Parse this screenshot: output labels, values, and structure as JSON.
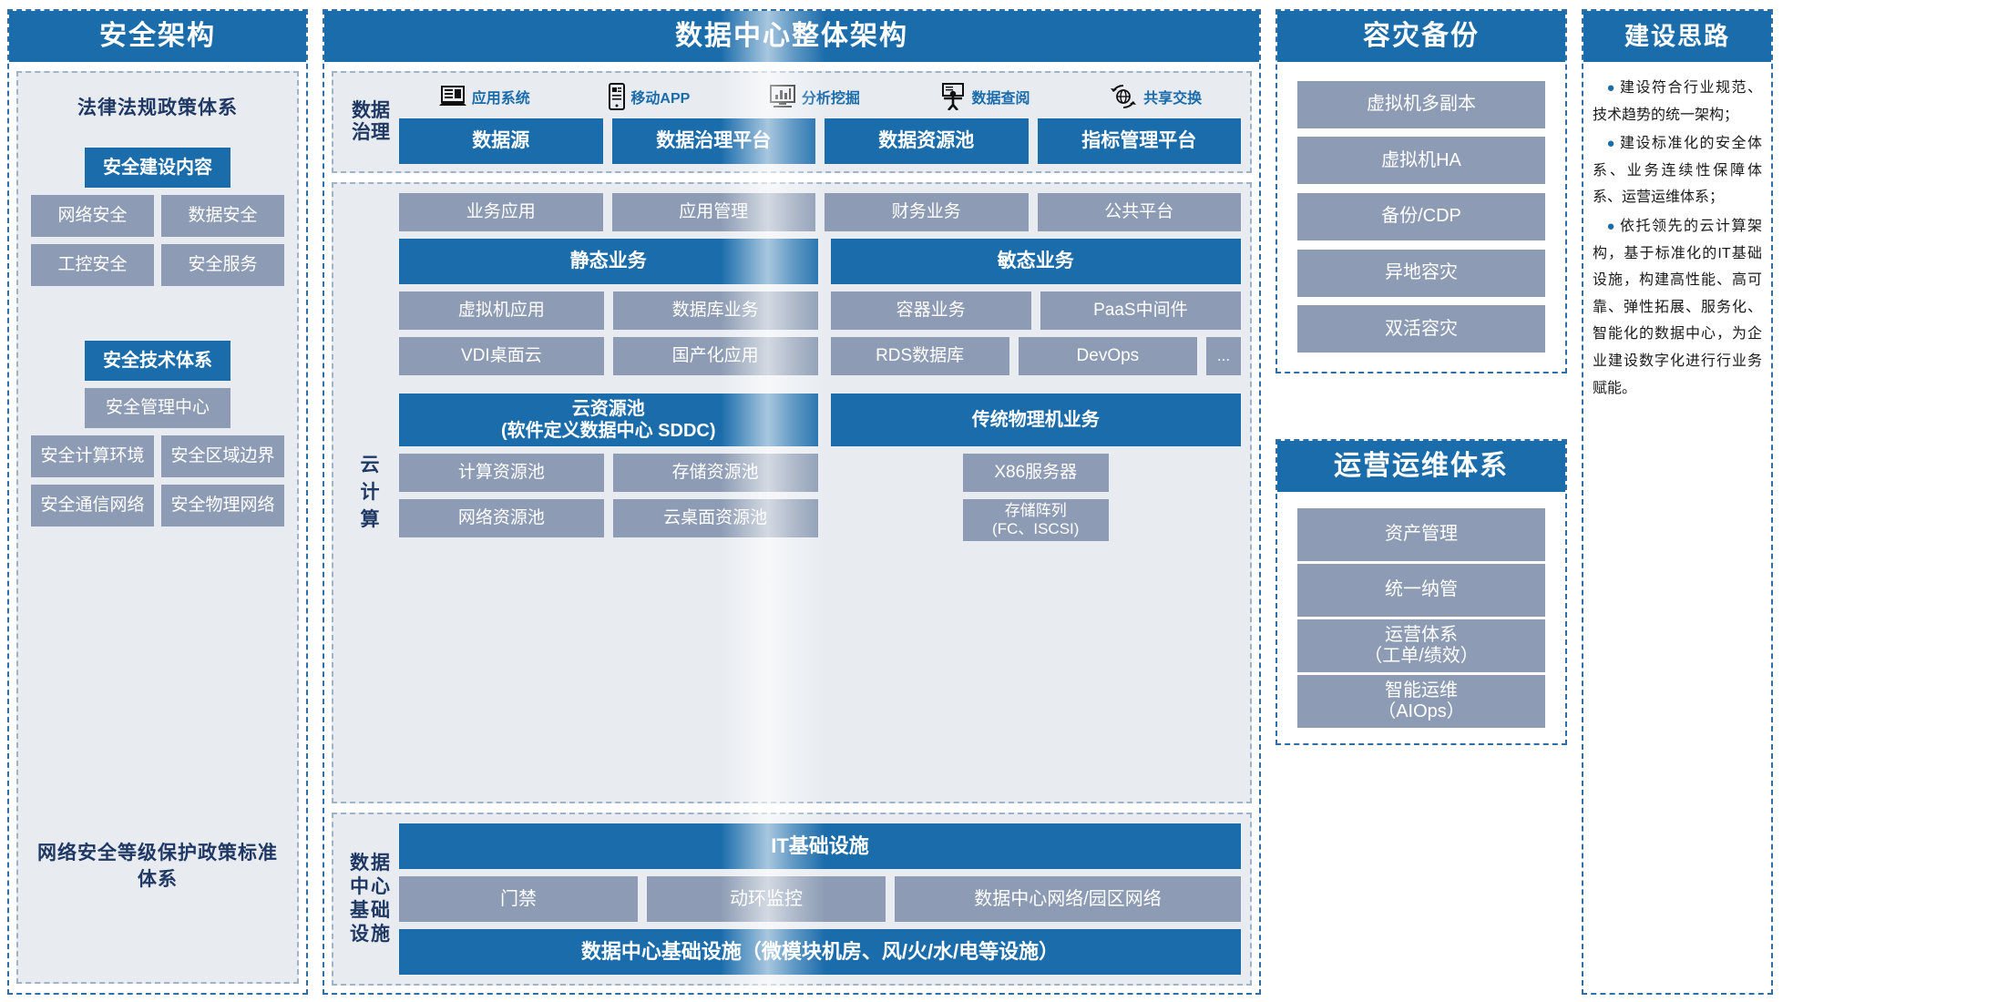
{
  "security": {
    "title": "安全架构",
    "law_system": "法律法规政策体系",
    "build_content_title": "安全建设内容",
    "build_content_items": [
      "网络安全",
      "数据安全",
      "工控安全",
      "安全服务"
    ],
    "tech_system_title": "安全技术体系",
    "tech_center": "安全管理中心",
    "tech_items": [
      "安全计算环境",
      "安全区域边界",
      "安全通信网络",
      "安全物理网络"
    ],
    "footer": "网络安全等级保护政策标准体系"
  },
  "datacenter": {
    "title": "数据中心整体架构",
    "governance": {
      "label": "数据\n治理",
      "label_line1": "数据",
      "label_line2": "治理",
      "icons": [
        {
          "name": "laptop-icon",
          "label": "应用系统"
        },
        {
          "name": "mobile-phone-icon",
          "label": "移动APP"
        },
        {
          "name": "chart-monitor-icon",
          "label": "分析挖掘"
        },
        {
          "name": "person-board-icon",
          "label": "数据查阅"
        },
        {
          "name": "globe-exchange-icon",
          "label": "共享交换"
        }
      ],
      "boxes": [
        "数据源",
        "数据治理平台",
        "数据资源池",
        "指标管理平台"
      ]
    },
    "cloud": {
      "label_chars": [
        "云",
        "计",
        "算"
      ],
      "apps": [
        "业务应用",
        "应用管理",
        "财务业务",
        "公共平台"
      ],
      "static_header": "静态业务",
      "static_row1": [
        "虚拟机应用",
        "数据库业务"
      ],
      "static_row2": [
        "VDI桌面云",
        "国产化应用"
      ],
      "agile_header": "敏态业务",
      "agile_row1": [
        "容器业务",
        "PaaS中间件"
      ],
      "agile_row2": [
        "RDS数据库",
        "DevOps",
        "..."
      ],
      "pool_header_line1": "云资源池",
      "pool_header_line2": "(软件定义数据中心 SDDC)",
      "pool_row1": [
        "计算资源池",
        "存储资源池"
      ],
      "pool_row2": [
        "网络资源池",
        "云桌面资源池"
      ],
      "physical_header": "传统物理机业务",
      "physical_items": [
        "X86服务器"
      ],
      "physical_storage_line1": "存储阵列",
      "physical_storage_line2": "(FC、ISCSI)"
    },
    "infra": {
      "label_chars": [
        "数据",
        "中心",
        "基础",
        "设施"
      ],
      "it_infra": "IT基础设施",
      "mid_items": [
        "门禁",
        "动环监控",
        "数据中心网络/园区网络"
      ],
      "bottom": "数据中心基础设施（微模块机房、风/火/水/电等设施）"
    }
  },
  "disaster": {
    "title": "容灾备份",
    "items": [
      "虚拟机多副本",
      "虚拟机HA",
      "备份/CDP",
      "异地容灾",
      "双活容灾"
    ]
  },
  "ops": {
    "title": "运营运维体系",
    "items": [
      {
        "line1": "资产管理",
        "line2": ""
      },
      {
        "line1": "统一纳管",
        "line2": ""
      },
      {
        "line1": "运营体系",
        "line2": "（工单/绩效）"
      },
      {
        "line1": "智能运维",
        "line2": "（AIOps）"
      }
    ]
  },
  "idea": {
    "title": "建设思路",
    "bullets": [
      "建设符合行业规范、技术趋势的统一架构；",
      "建设标准化的安全体系、业务连续性保障体系、运营运维体系；",
      "依托领先的云计算架构，基于标准化的IT基础设施，构建高性能、高可靠、弹性拓展、服务化、智能化的数据中心，为企业建设数字化进行行业务赋能。"
    ]
  },
  "colors": {
    "brand_blue": "#1b6cab",
    "grey_box": "#8d9cb4",
    "light_bg": "#e8ecf1",
    "navy_text": "#1f3864"
  }
}
